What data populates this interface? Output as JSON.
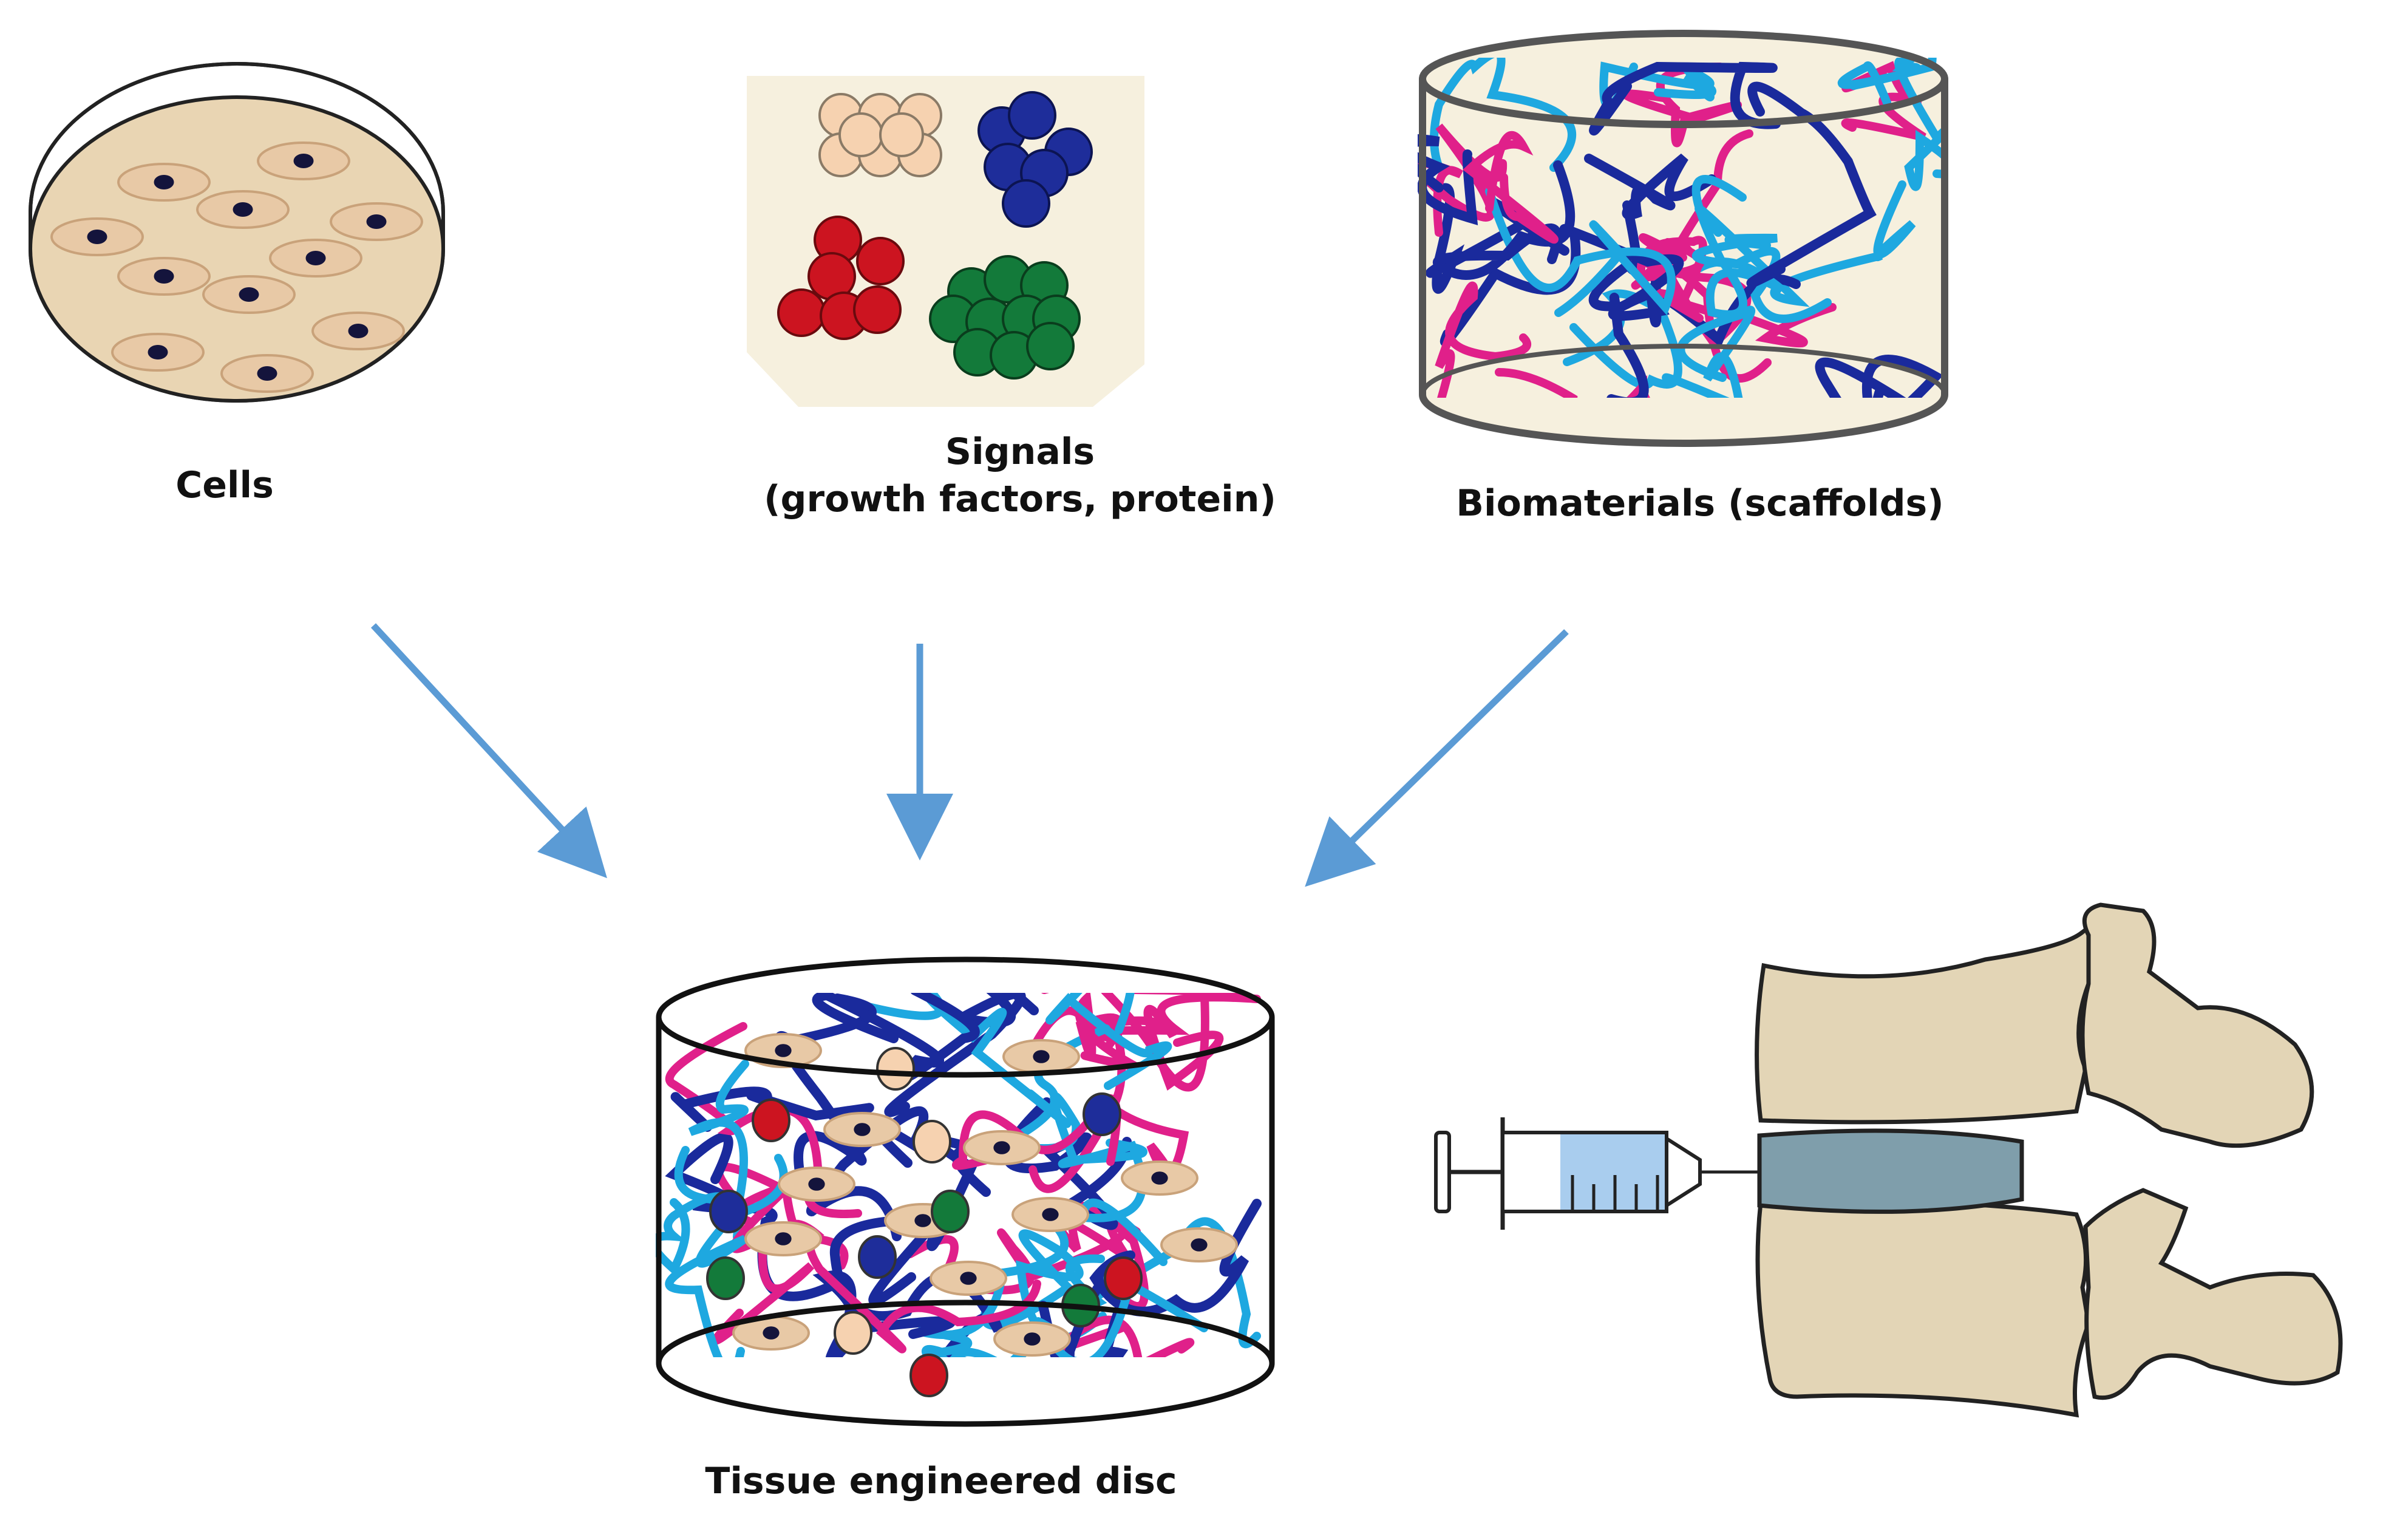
{
  "labels": {
    "cells": "Cells",
    "signals_line1": "Signals",
    "signals_line2": "(growth factors, protein)",
    "biomaterials": "Biomaterials (scaffolds)",
    "tissue_disc": "Tissue engineered disc"
  },
  "colors": {
    "cell_body": "#e8c9a6",
    "nucleus": "#14143c",
    "dish_fill": "#e9d5b3",
    "signal_peach": "#f6d2b0",
    "signal_blue": "#1e2d9a",
    "signal_red": "#cc1420",
    "signal_green": "#137a3a",
    "fiber_magenta": "#e0208a",
    "fiber_cyan": "#1ea8e0",
    "fiber_navy": "#1a2a9c",
    "arrow": "#5b9bd5",
    "bone": "#e3d5b6",
    "disc_injected": "#7f9eab",
    "syringe_fluid": "#a9cdee"
  }
}
